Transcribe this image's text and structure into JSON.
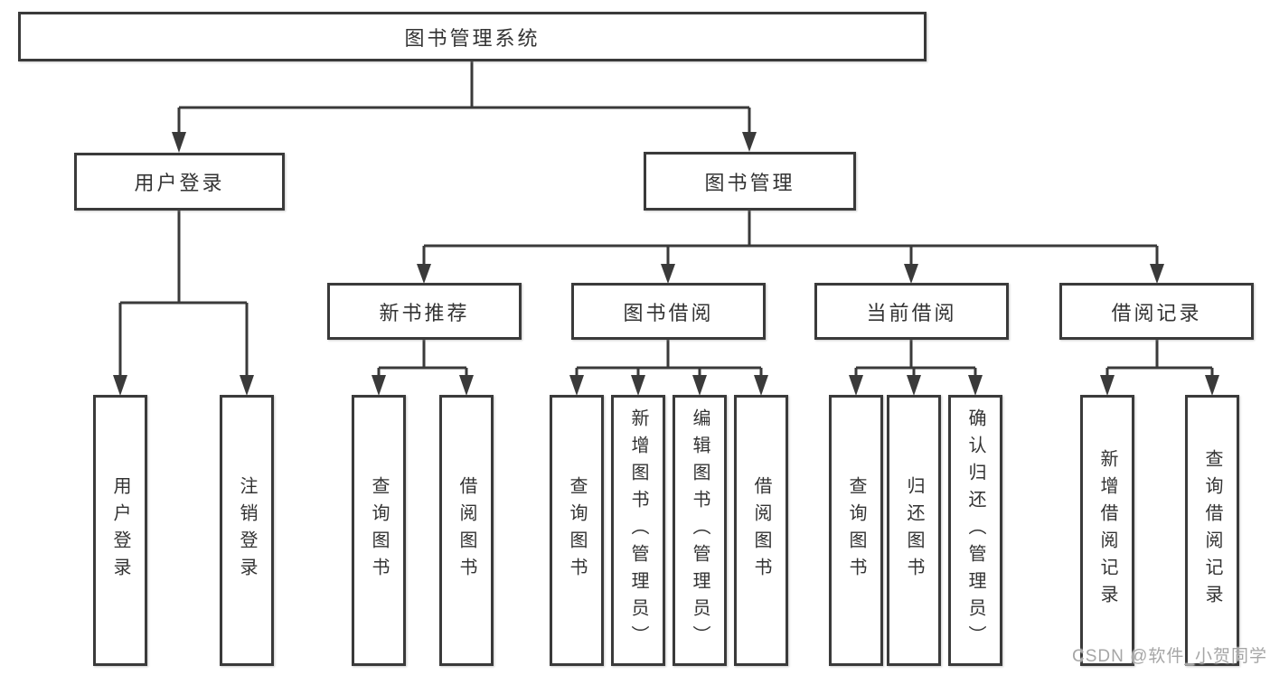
{
  "tree": {
    "root": {
      "label": "图书管理系统",
      "children": [
        {
          "label": "用户登录",
          "children": [
            {
              "label": "用户登录"
            },
            {
              "label": "注销登录"
            }
          ]
        },
        {
          "label": "图书管理",
          "children": [
            {
              "label": "新书推荐",
              "children": [
                {
                  "label": "查询图书"
                },
                {
                  "label": "借阅图书"
                }
              ]
            },
            {
              "label": "图书借阅",
              "children": [
                {
                  "label": "查询图书"
                },
                {
                  "label": "新增图书（管理员）"
                },
                {
                  "label": "编辑图书（管理员）"
                },
                {
                  "label": "借阅图书"
                }
              ]
            },
            {
              "label": "当前借阅",
              "children": [
                {
                  "label": "查询图书"
                },
                {
                  "label": "归还图书"
                },
                {
                  "label": "确认归还（管理员）"
                }
              ]
            },
            {
              "label": "借阅记录",
              "children": [
                {
                  "label": "新增借阅记录"
                },
                {
                  "label": "查询借阅记录"
                }
              ]
            }
          ]
        }
      ]
    }
  },
  "watermark": {
    "text": "CSDN @软件_小贺同学"
  },
  "style": {
    "line_color": "#3a3a3a",
    "text_color": "#333333",
    "watermark_color": "#a6a6a6",
    "background": "#ffffff"
  }
}
